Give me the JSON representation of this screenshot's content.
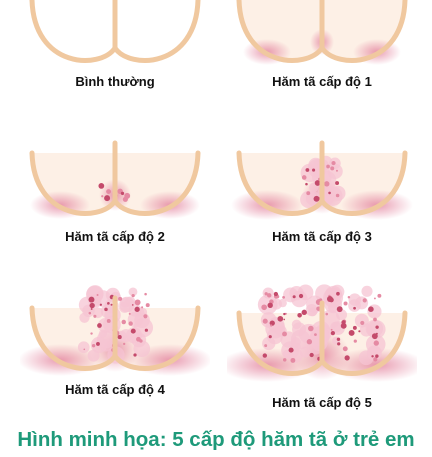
{
  "caption": {
    "text": "Hình minh họa: 5 cấp độ hăm tã ở trẻ em",
    "color": "#1e9a7a"
  },
  "colors": {
    "skin_outline": "#f0c89f",
    "skin_fill": "#fdf0e6",
    "rash": "#e58aa3",
    "spot": "#c44a6b"
  },
  "panels": [
    {
      "id": "normal",
      "label": "Bình thường",
      "level": 0
    },
    {
      "id": "level-1",
      "label": "Hăm tã cấp độ 1",
      "level": 1
    },
    {
      "id": "level-2",
      "label": "Hăm tã cấp độ 2",
      "level": 2
    },
    {
      "id": "level-3",
      "label": "Hăm tã cấp độ 3",
      "level": 3
    },
    {
      "id": "level-4",
      "label": "Hăm tã cấp độ 4",
      "level": 4
    },
    {
      "id": "level-5",
      "label": "Hăm tã cấp độ 5",
      "level": 5
    }
  ]
}
